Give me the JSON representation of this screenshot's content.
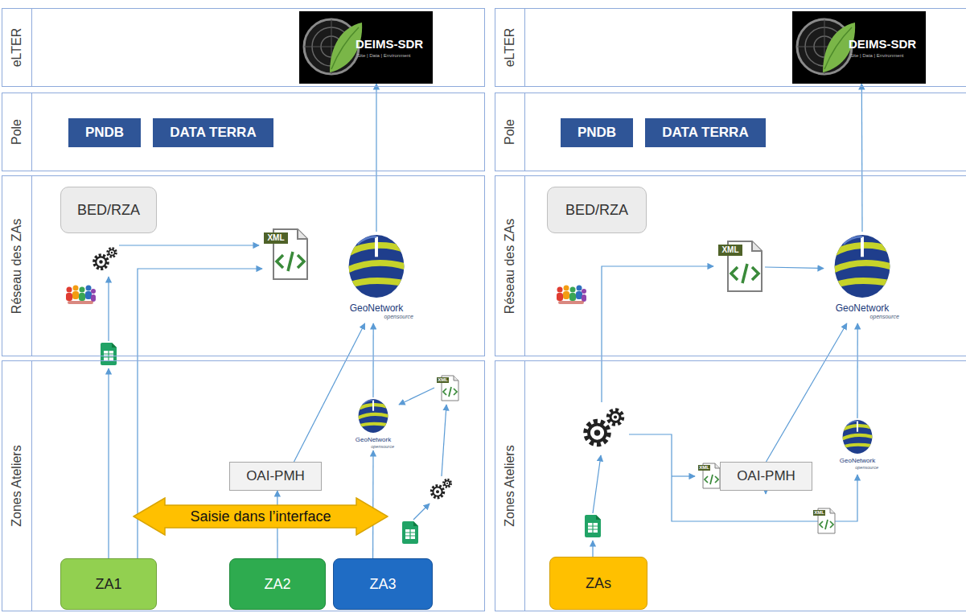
{
  "diagram": {
    "nodes": [
      {
        "text": [
          "eLTER"
        ]
      },
      {
        "text": [
          "DEIMS-SDR",
          "Site | Data | Environment"
        ],
        "in": 0
      },
      {
        "text": [
          "Pole"
        ]
      },
      {
        "text": [
          "PNDB"
        ],
        "in": 2
      },
      {
        "text": [
          "DATA TERRA"
        ],
        "in": 2
      },
      {
        "text": [
          "Réseau des ZAs"
        ]
      },
      {
        "text": [
          "BED/RZA"
        ],
        "in": 5
      },
      {
        "text": [
          "XML"
        ],
        "in": 5
      },
      {
        "text": [
          "GeoNetwork",
          "opensource"
        ],
        "in": 5
      },
      {
        "text": [
          "Zones Ateliers"
        ]
      },
      {
        "text": [
          "OAI-PMH"
        ],
        "in": 9
      },
      {
        "text": [
          "GeoNetwork",
          "opensource"
        ],
        "in": 9
      },
      {
        "text": [
          "Saisie dans l’interface"
        ],
        "in": 9
      },
      {
        "text": [
          "ZA1"
        ],
        "in": 9
      },
      {
        "text": [
          "ZA2"
        ],
        "in": 9
      },
      {
        "text": [
          "ZA3"
        ],
        "in": 9
      },
      {
        "text": [
          "eLTER"
        ]
      },
      {
        "text": [
          "DEIMS-SDR",
          "Site | Data | Environment"
        ],
        "in": 16
      },
      {
        "text": [
          "Pole"
        ]
      },
      {
        "text": [
          "PNDB"
        ],
        "in": 18
      },
      {
        "text": [
          "DATA TERRA"
        ],
        "in": 18
      },
      {
        "text": [
          "Réseau des ZAs"
        ]
      },
      {
        "text": [
          "BED/RZA"
        ],
        "in": 21
      },
      {
        "text": [
          "XML"
        ],
        "in": 21
      },
      {
        "text": [
          "GeoNetwork",
          "opensource"
        ],
        "in": 21
      },
      {
        "text": [
          "Zones Ateliers"
        ]
      },
      {
        "text": [
          "OAI-PMH"
        ],
        "in": 25
      },
      {
        "text": [
          "GeoNetwork",
          "opensource"
        ],
        "in": 25
      },
      {
        "text": [
          "ZAs"
        ],
        "in": 25
      }
    ],
    "edges": [
      {
        "from": 13,
        "to": 7,
        "arrow": "to"
      },
      {
        "from": 14,
        "to": 10,
        "arrow": "to"
      },
      {
        "from": 10,
        "to": 8,
        "arrow": "to"
      },
      {
        "from": 11,
        "to": 8,
        "arrow": "to"
      },
      {
        "from": 15,
        "to": 11,
        "arrow": "to"
      },
      {
        "from": 8,
        "to": 1,
        "arrow": "to"
      },
      {
        "from": 23,
        "to": 24,
        "arrow": "to"
      },
      {
        "from": 26,
        "to": 24,
        "arrow": "to"
      },
      {
        "from": 27,
        "to": 24,
        "arrow": "to"
      },
      {
        "from": 24,
        "to": 17,
        "arrow": "to"
      }
    ],
    "labels": [
      "XML",
      "XML",
      "XML"
    ]
  }
}
